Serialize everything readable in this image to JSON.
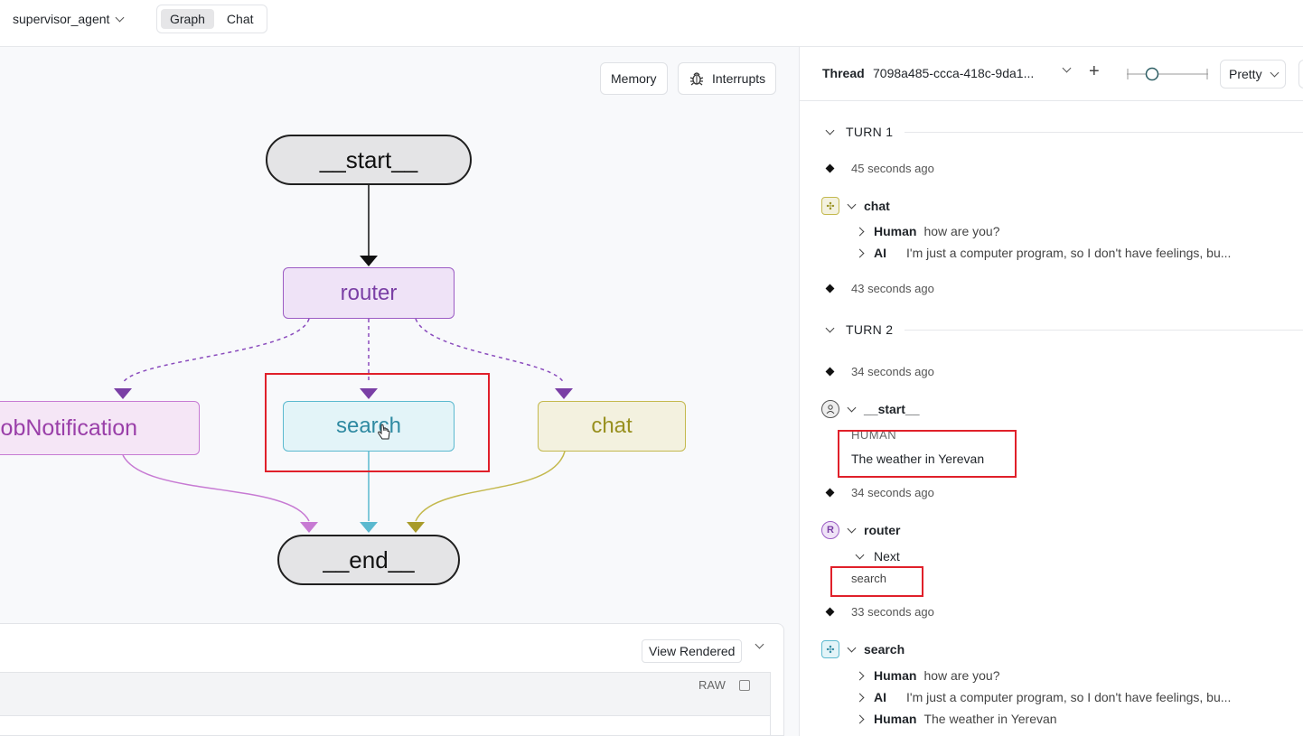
{
  "header": {
    "agent_name": "supervisor_agent",
    "tabs": [
      {
        "label": "Graph",
        "active": true
      },
      {
        "label": "Chat",
        "active": false
      }
    ]
  },
  "graph": {
    "buttons": {
      "memory": "Memory",
      "interrupts": "Interrupts"
    },
    "nodes": {
      "start": "__start__",
      "router": "router",
      "jobNotification": "jobNotification",
      "search": "search",
      "chat": "chat",
      "end": "__end__"
    },
    "colors": {
      "router": "#9c5cc4",
      "jobNotification": "#c77ad3",
      "search": "#5bb9cf",
      "chat": "#c4b94e",
      "highlight": "#e0202a"
    }
  },
  "state_panel": {
    "view_label": "View Rendered",
    "raw_label": "RAW"
  },
  "thread": {
    "label": "Thread",
    "id": "7098a485-ccca-418c-9da1...",
    "view_mode": "Pretty",
    "turns": [
      {
        "label": "TURN 1",
        "checkpoint_time": "45 seconds ago",
        "node": {
          "name": "chat",
          "messages": [
            {
              "role": "Human",
              "text": "how are you?"
            },
            {
              "role": "AI",
              "text": "I'm just a computer program, so I don't have feelings, bu..."
            }
          ]
        },
        "end_time": "43 seconds ago"
      },
      {
        "label": "TURN 2",
        "checkpoint_time": "34 seconds ago",
        "start_node": {
          "name": "__start__",
          "role_label": "HUMAN",
          "text": "The weather in Yerevan"
        },
        "router_time": "34 seconds ago",
        "router_node": {
          "name": "router",
          "icon_letter": "R",
          "next_label": "Next",
          "next_value": "search"
        },
        "search_time": "33 seconds ago",
        "search_node": {
          "name": "search",
          "messages": [
            {
              "role": "Human",
              "text": "how are you?"
            },
            {
              "role": "AI",
              "text": "I'm just a computer program, so I don't have feelings, bu..."
            },
            {
              "role": "Human",
              "text": "The weather in Yerevan"
            }
          ]
        }
      }
    ]
  }
}
